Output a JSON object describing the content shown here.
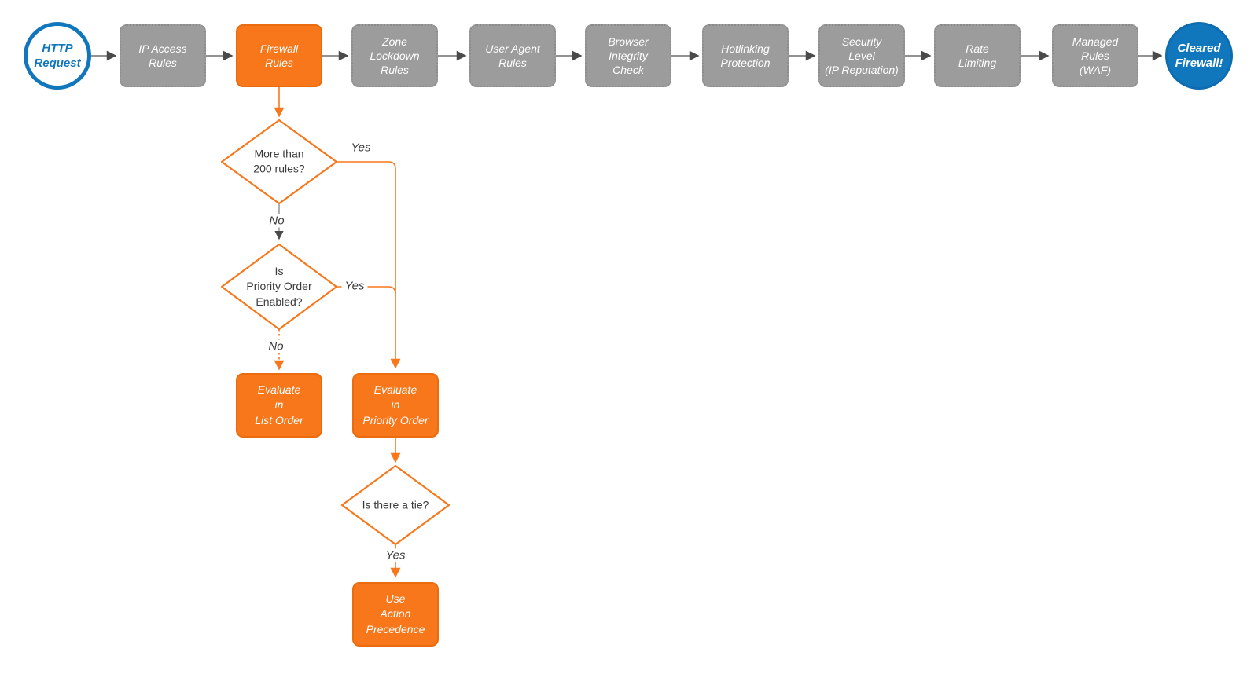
{
  "pipeline": {
    "start": {
      "label": "HTTP\nRequest"
    },
    "steps": [
      {
        "label": "IP Access\nRules",
        "highlighted": false
      },
      {
        "label": "Firewall\nRules",
        "highlighted": true
      },
      {
        "label": "Zone\nLockdown\nRules",
        "highlighted": false
      },
      {
        "label": "User Agent\nRules",
        "highlighted": false
      },
      {
        "label": "Browser\nIntegrity\nCheck",
        "highlighted": false
      },
      {
        "label": "Hotlinking\nProtection",
        "highlighted": false
      },
      {
        "label": "Security\nLevel\n(IP Reputation)",
        "highlighted": false
      },
      {
        "label": "Rate\nLimiting",
        "highlighted": false
      },
      {
        "label": "Managed\nRules\n(WAF)",
        "highlighted": false
      }
    ],
    "end": {
      "label": "Cleared\nFirewall!"
    }
  },
  "firewall_subflow": {
    "decisions": {
      "more_than_200_rules": "More than\n200 rules?",
      "priority_order_enabled": "Is\nPriority Order\nEnabled?",
      "is_there_a_tie": "Is there a tie?"
    },
    "processes": {
      "evaluate_list_order": "Evaluate\nin\nList Order",
      "evaluate_priority_order": "Evaluate\nin\nPriority Order",
      "use_action_precedence": "Use\nAction\nPrecedence"
    },
    "edge_labels": {
      "more_than_200_yes": "Yes",
      "more_than_200_no": "No",
      "priority_enabled_yes": "Yes",
      "priority_enabled_no": "No",
      "tie_yes": "Yes"
    }
  },
  "colors": {
    "orange": "#F8771B",
    "orange_border": "#EA6C0E",
    "blue": "#1177BD",
    "gray_node": "#9C9C9C",
    "gray_connector": "#6E6E6E",
    "arrowhead_dark": "#4A4A4A",
    "text_dark": "#3B3B3B",
    "background": "#FFFFFF"
  }
}
